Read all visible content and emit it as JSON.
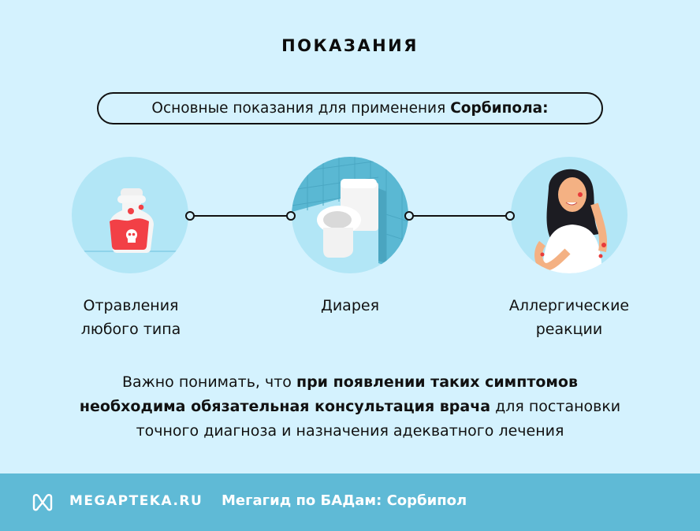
{
  "header": {
    "title": "ПОКАЗАНИЯ"
  },
  "intro": {
    "text": "Основные показания для применения",
    "bold": "Сорбипола:"
  },
  "indications": [
    {
      "icon": "poison-bottle-icon",
      "line1": "Отравления",
      "line2": "любого типа"
    },
    {
      "icon": "toilet-icon",
      "line1": "Диарея",
      "line2": ""
    },
    {
      "icon": "allergic-woman-icon",
      "line1": "Аллергические",
      "line2": "реакции"
    }
  ],
  "note": {
    "part1": "Важно понимать, что ",
    "bold1": "при появлении таких симптомов",
    "bold2": "необходима обязательная консультация врача",
    "part2": " для постановки",
    "part3": "точного диагноза и назначения адекватного лечения"
  },
  "footer": {
    "brand": "MEGAPTEKA.RU",
    "text": "Мегагид по БАДам: Сорбипол",
    "logo_icon": "megapteka-logo-icon"
  },
  "colors": {
    "background": "#d4f2fe",
    "circle": "#b2e6f6",
    "footer": "#5fbad6",
    "accent_red": "#f2373a",
    "tile_blue": "#5ab8d3"
  }
}
